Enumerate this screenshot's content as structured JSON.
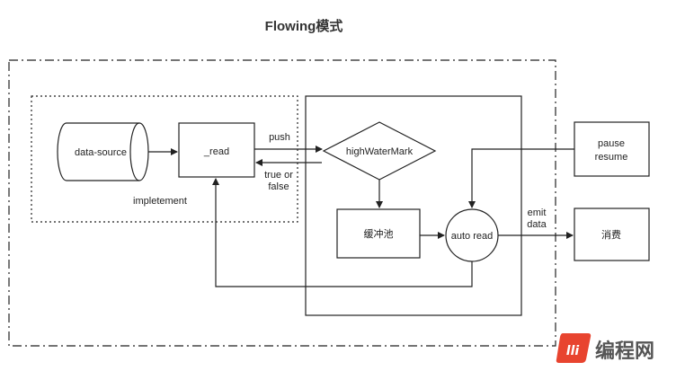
{
  "title": "Flowing模式",
  "nodes": {
    "data_source": "data-source",
    "read": "_read",
    "implement": "impletement",
    "high_water_mark": "highWaterMark",
    "buffer_pool": "缓冲池",
    "auto_read": "auto read",
    "pause_resume_line1": "pause",
    "pause_resume_line2": "resume",
    "consume": "消费"
  },
  "edges": {
    "push": "push",
    "true_or_line1": "true or",
    "true_or_line2": "false",
    "emit_line1": "emit",
    "emit_line2": "data"
  },
  "watermark": {
    "logo": "lli",
    "text": "编程网"
  }
}
